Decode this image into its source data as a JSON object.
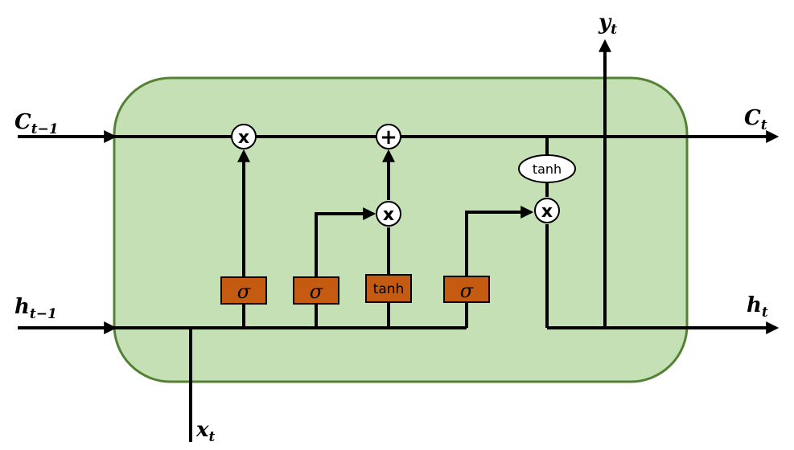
{
  "diagram": {
    "colors": {
      "cell_fill": "#c5e0b4",
      "cell_border": "#548235",
      "gate_fill": "#c55a11",
      "line": "#000000"
    },
    "labels": {
      "c_prev": {
        "main": "C",
        "sub": "t−1"
      },
      "c_next": {
        "main": "C",
        "sub": "t"
      },
      "h_prev": {
        "main": "h",
        "sub": "t−1"
      },
      "h_next": {
        "main": "h",
        "sub": "t"
      },
      "x_in": {
        "main": "x",
        "sub": "t"
      },
      "y_out": {
        "main": "y",
        "sub": "t"
      }
    },
    "gates": {
      "forget": "σ",
      "input": "σ",
      "candidate": "tanh",
      "output": "σ"
    },
    "ops": {
      "forget_mult": "x",
      "cell_add": "+",
      "input_mult": "x",
      "output_mult": "x"
    },
    "cell_tanh": "tanh"
  }
}
